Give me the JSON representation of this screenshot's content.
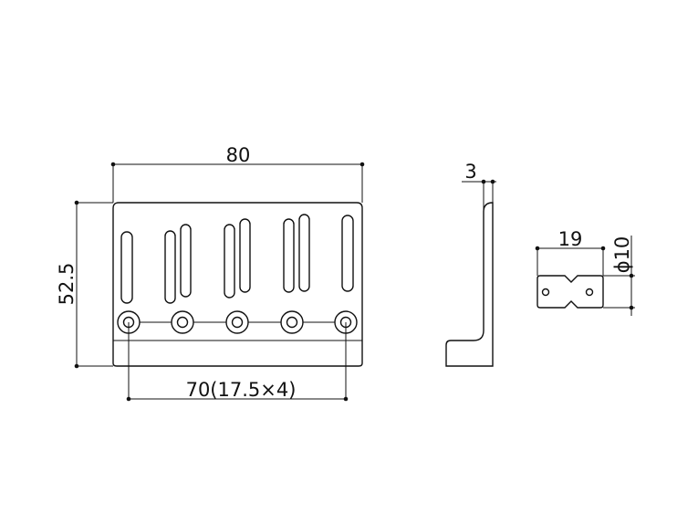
{
  "dimensions": {
    "width": "80",
    "height": "52.5",
    "pitch": "70(17.5×4)",
    "thickness": "3",
    "saddle_length": "19",
    "saddle_diameter": "ϕ10"
  }
}
